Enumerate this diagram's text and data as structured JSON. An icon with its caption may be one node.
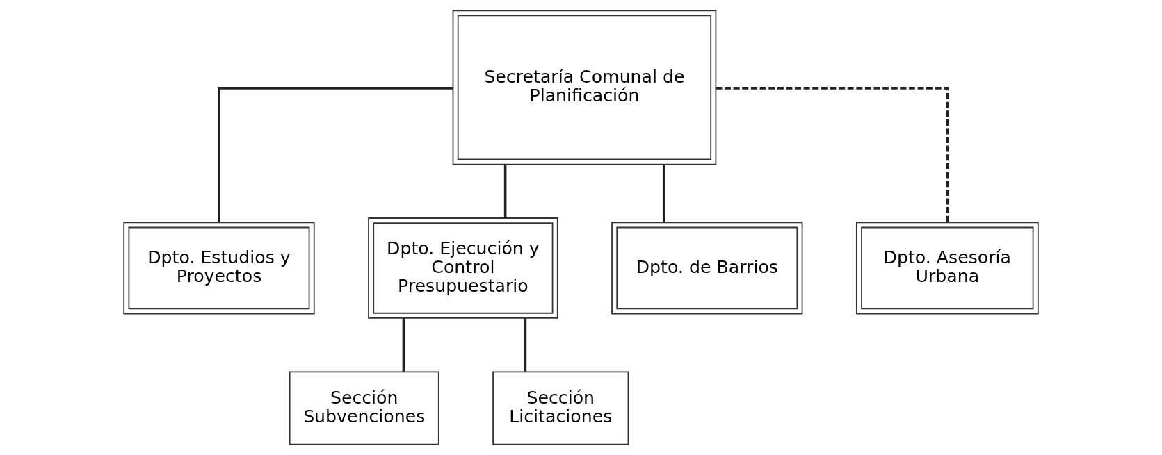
{
  "diagram": {
    "nodes": [
      {
        "text": [
          "Secretaría Comunal de Planificación"
        ]
      },
      {
        "text": [
          "Dpto. Estudios y Proyectos"
        ]
      },
      {
        "text": [
          "Dpto. Ejecución y Control Presupuestario"
        ]
      },
      {
        "text": [
          "Dpto. de Barrios"
        ]
      },
      {
        "text": [
          "Dpto. Asesoría Urbana"
        ]
      },
      {
        "text": [
          "Sección Subvenciones"
        ]
      },
      {
        "text": [
          "Sección Licitaciones"
        ]
      }
    ],
    "edges": [
      {
        "from": 0,
        "to": 1,
        "arrow": "none"
      },
      {
        "from": 0,
        "to": 2,
        "arrow": "none"
      },
      {
        "from": 0,
        "to": 3,
        "arrow": "none"
      },
      {
        "from": 0,
        "to": 4,
        "arrow": "none",
        "style": "dashed"
      },
      {
        "from": 2,
        "to": 5,
        "arrow": "none"
      },
      {
        "from": 2,
        "to": 6,
        "arrow": "none"
      }
    ]
  }
}
